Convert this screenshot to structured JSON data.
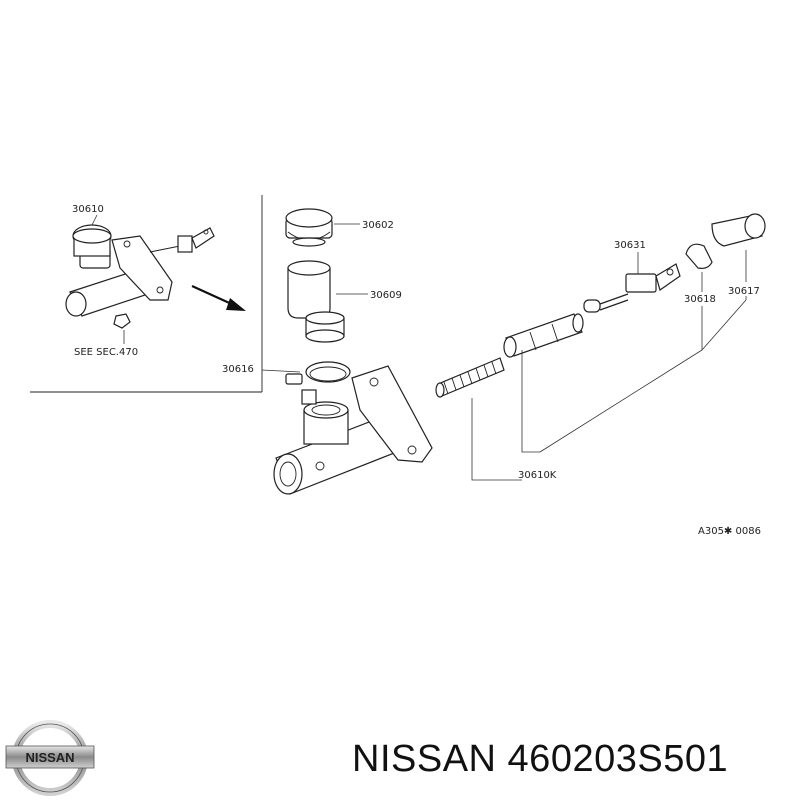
{
  "labels": {
    "p30610": "30610",
    "see_sec": "SEE SEC.470",
    "p30602": "30602",
    "p30609": "30609",
    "p30616": "30616",
    "p30631": "30631",
    "p30618": "30618",
    "p30617": "30617",
    "p30610k": "30610K",
    "code": "A305✱ 0086"
  },
  "footer": {
    "brand": "NISSAN",
    "part_number": "460203S501"
  },
  "logo_text": "NISSAN",
  "colors": {
    "line": "#222222",
    "background": "#ffffff"
  }
}
